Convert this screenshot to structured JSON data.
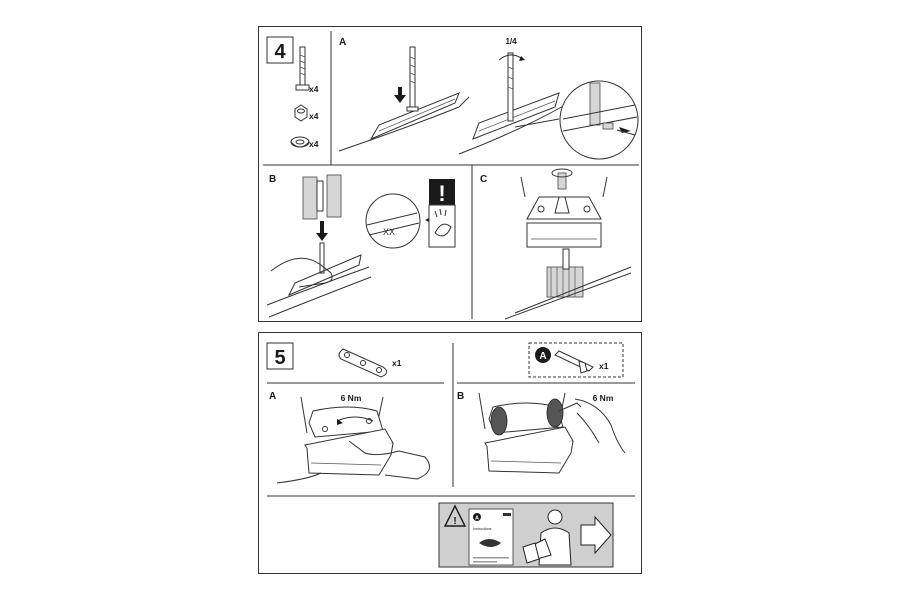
{
  "step4": {
    "number": "4",
    "parts": [
      {
        "qty": "x4"
      },
      {
        "qty": "x4"
      },
      {
        "qty": "x4"
      }
    ],
    "sub_a": "A",
    "rotation": "1/4",
    "sub_b": "B",
    "sub_c": "C"
  },
  "step5": {
    "number": "5",
    "plate_qty": "x1",
    "tool_marker": "A",
    "tool_qty": "x1",
    "sub_a": "A",
    "torque_a": "6 Nm",
    "sub_b": "B",
    "torque_b": "6 Nm",
    "manual": {
      "marker": "A",
      "title": "Instructions"
    }
  },
  "icons": {
    "warning": "warning-triangle-icon",
    "exclamation": "exclamation-icon",
    "eye": "eye-icon",
    "arrow": "arrow-right-icon"
  },
  "colors": {
    "line": "#333333",
    "grey_bg": "#cfcfcf"
  }
}
